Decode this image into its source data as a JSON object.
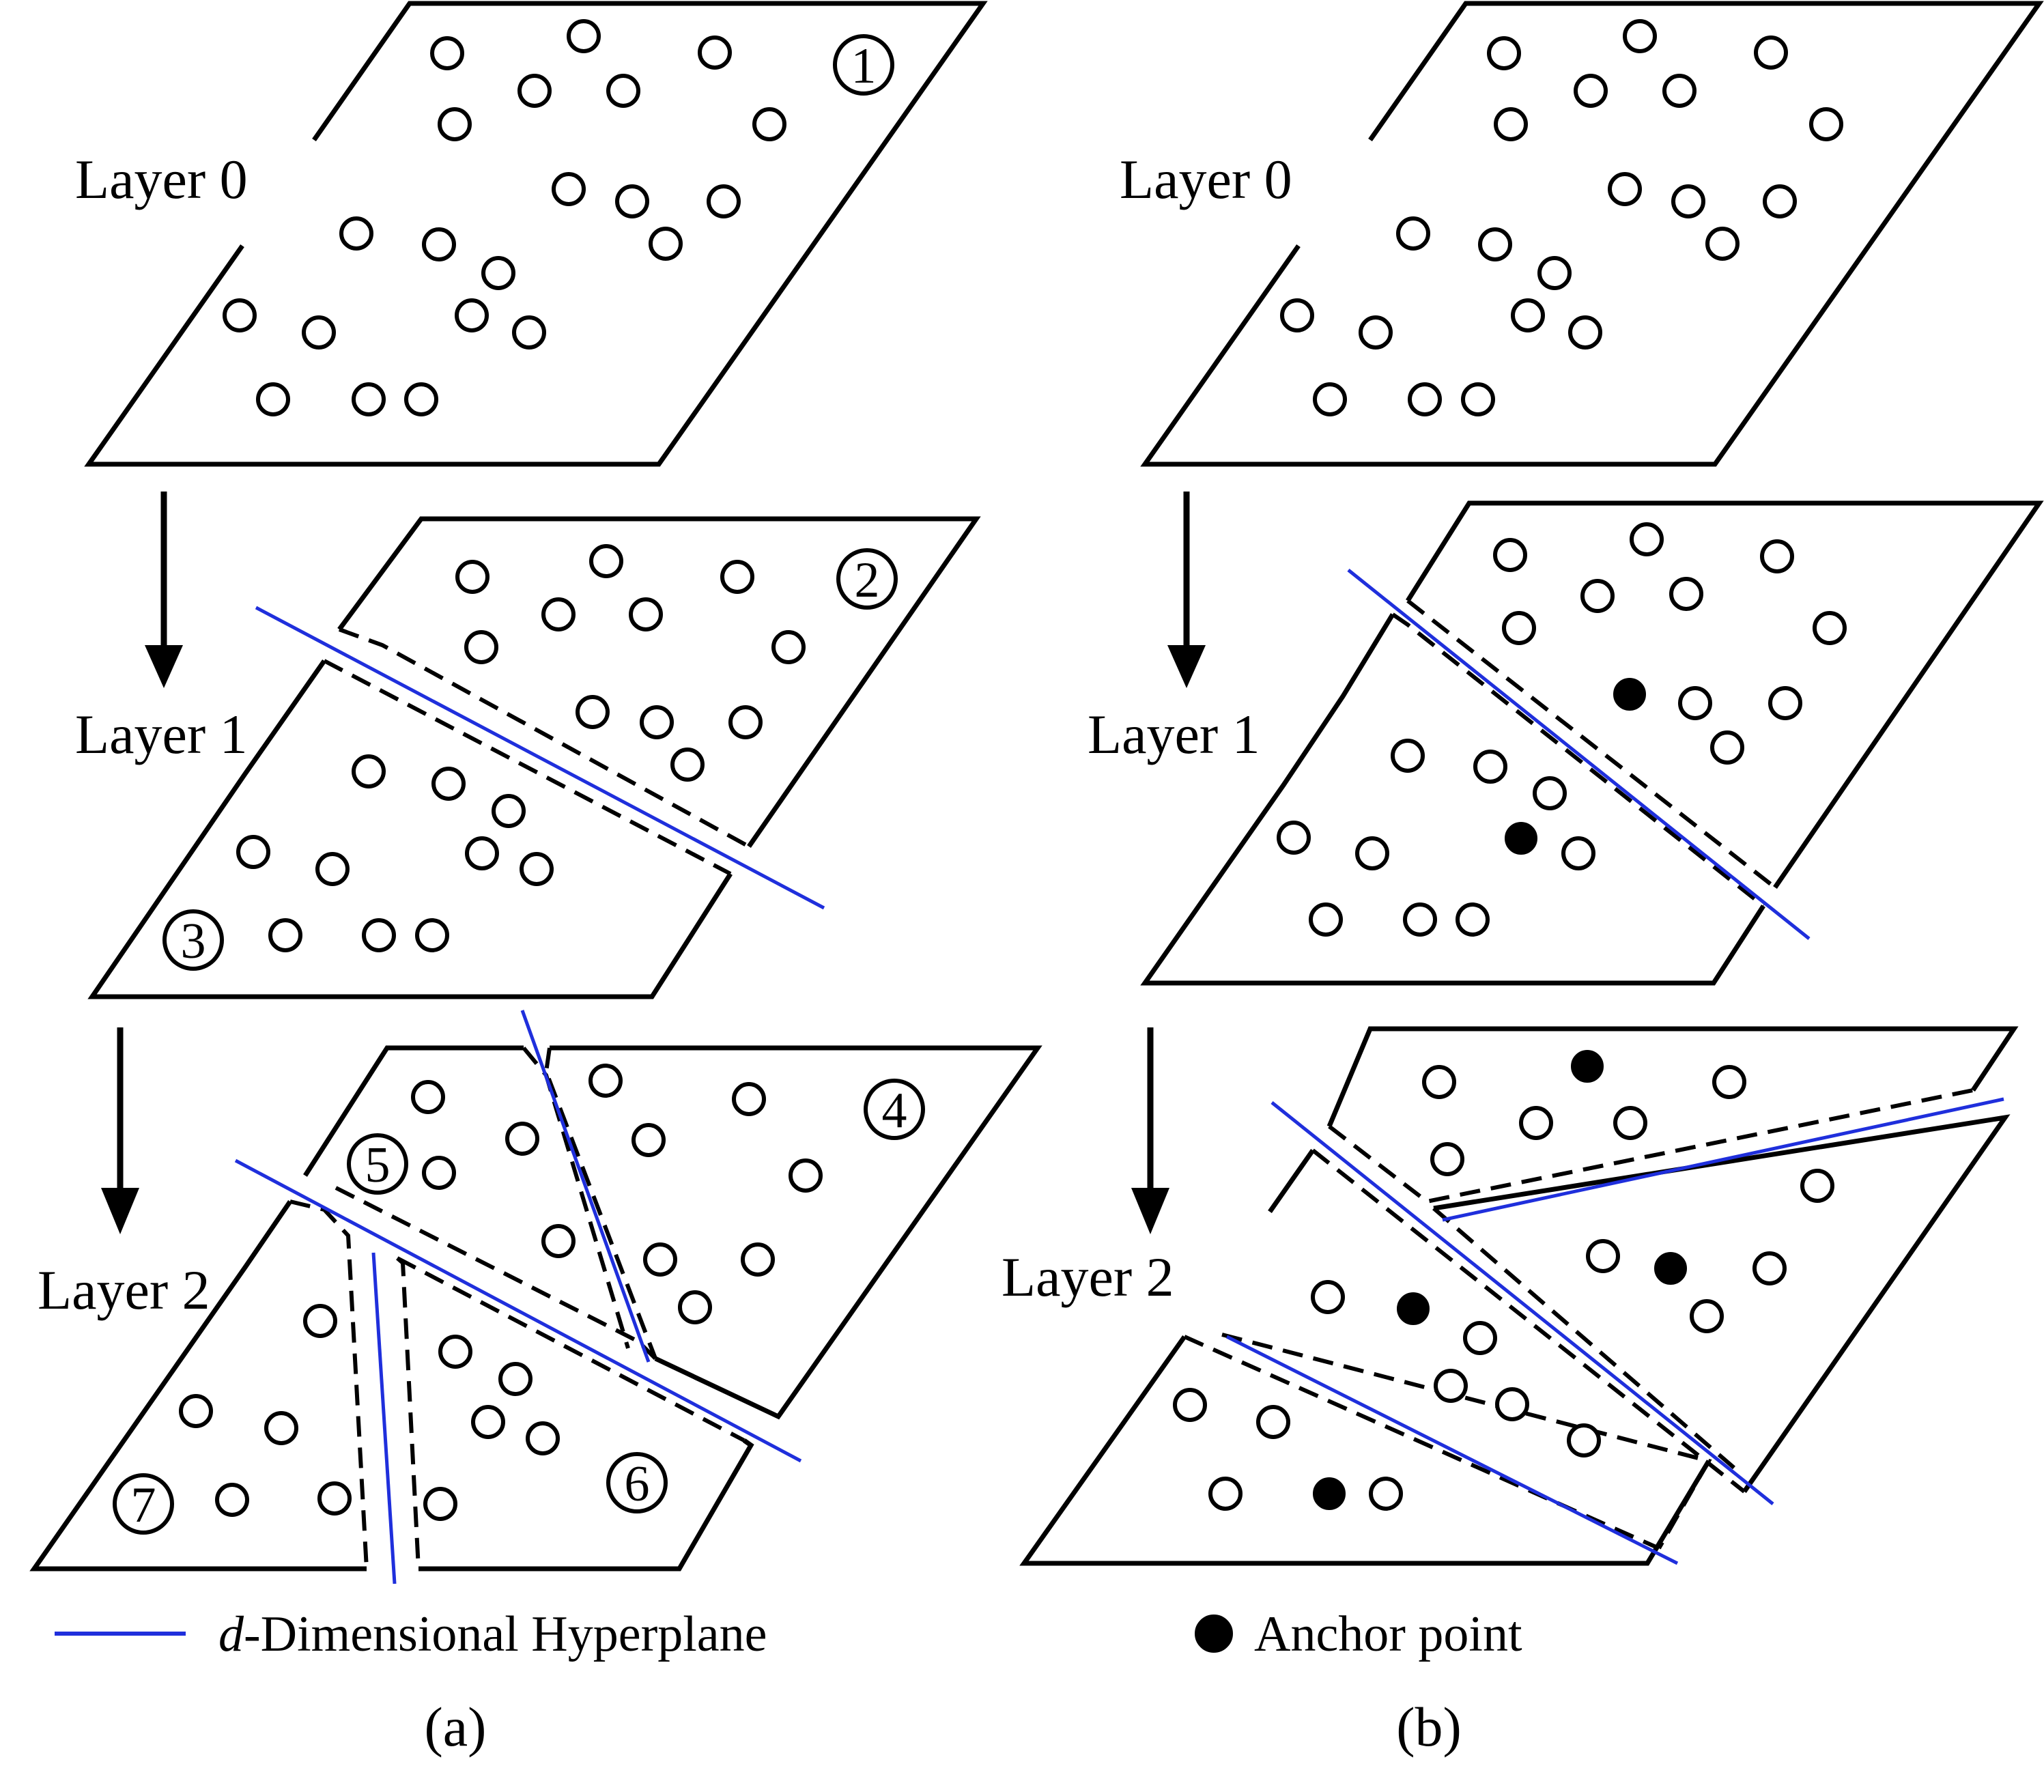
{
  "colors": {
    "hyperplane": "#1f2fdc",
    "ink": "#000000"
  },
  "panel_a": {
    "layers": [
      "Layer 0",
      "Layer 1",
      "Layer 2"
    ],
    "region_numbers": [
      "1",
      "2",
      "3",
      "4",
      "5",
      "6",
      "7"
    ]
  },
  "panel_b": {
    "layers": [
      "Layer 0",
      "Layer 1",
      "Layer 2"
    ]
  },
  "legend": {
    "hyperplane_italic": "d",
    "hyperplane_rest": "-Dimensional Hyperplane",
    "anchor_label": "Anchor point"
  },
  "captions": [
    "(a)",
    "(b)"
  ]
}
